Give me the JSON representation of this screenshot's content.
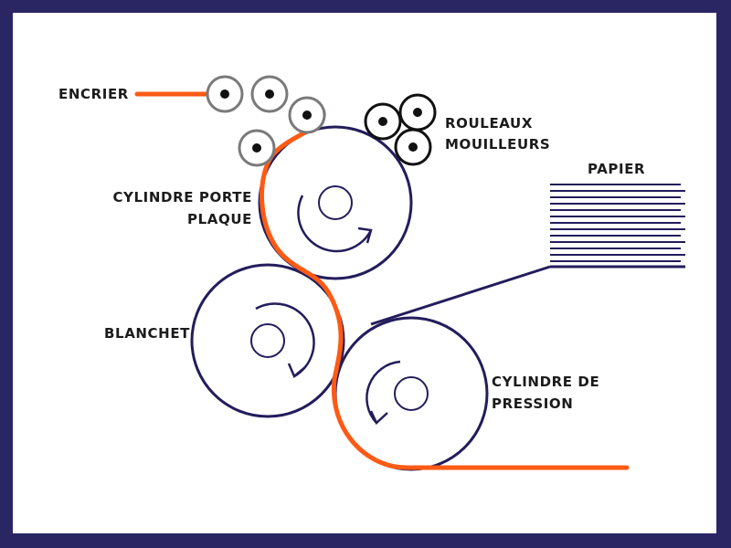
{
  "labels": {
    "encrier": "ENCRIER",
    "rouleaux_1": "ROULEAUX",
    "rouleaux_2": "MOUILLEURS",
    "papier": "PAPIER",
    "plaque_1": "CYLINDRE PORTE",
    "plaque_2": "PLAQUE",
    "blanchet": "BLANCHET",
    "pression_1": "CYLINDRE DE",
    "pression_2": "PRESSION"
  },
  "colors": {
    "frame": "#2a2563",
    "cylinder": "#231d5c",
    "ink_path": "#ff5a14",
    "ink_roller_outline": "#7a7a7a",
    "dampening_roller_outline": "#111111",
    "roller_dot": "#111111",
    "text": "#1b1b1b"
  },
  "icons": {
    "rotation_arrow": "curved-arrow-icon"
  }
}
